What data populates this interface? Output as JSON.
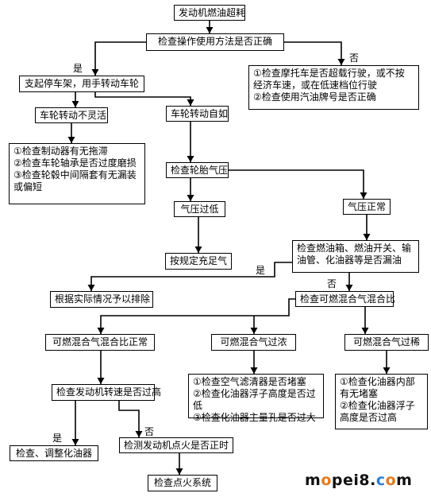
{
  "nodes": {
    "start": "发动机燃油超耗",
    "check_method": "检查操作使用方法是否正确",
    "method_issues": [
      "①检查摩托车是否超载行驶，或不按",
      "经济车速，或在低速档位行驶",
      "②检查使用汽油牌号是否正确"
    ],
    "lift_rotate": "支起停车架，用手转动车轮",
    "wheel_stiff": "车轮转动不灵活",
    "wheel_checks": [
      "①检查制动器有无拖滞",
      "②检查车轮轴承是否过度磨损",
      "③检查轮毂中间隔套有无漏装",
      "或偏短"
    ],
    "wheel_free": "车轮转动自如",
    "tire_pressure": "检查轮胎气压",
    "pressure_low": "气压过低",
    "inflate": "按规定充足气",
    "pressure_ok": "气压正常",
    "fuel_leak": [
      "检查燃油箱、燃油开关、输",
      "油管、化油器等是否漏油"
    ],
    "remove_fault": "根据实际情况予以排除",
    "check_mixture": "检查可燃混合气混合比",
    "mix_normal": "可燃混合气混合比正常",
    "mix_rich": "可燃混合气过浓",
    "mix_lean": "可燃混合气过稀",
    "rich_checks": [
      "①检查空气滤清器是否堵塞",
      "②检查化油器浮子高度是否过低",
      "③检查化油器主量孔是否过大"
    ],
    "lean_checks": [
      "①检查化油器内部",
      "有无堵塞",
      "②检查化油器浮子",
      "高度是否过高"
    ],
    "engine_speed": "检查发动机转速是否过高",
    "adjust_carb": "检查、调整化油器",
    "ignition_timing": "检测发动机点火是否正时",
    "ignition_system": "检查点火系统"
  },
  "edge_labels": {
    "yes": "是",
    "no": "否"
  },
  "watermark": {
    "part1": "m",
    "o": "o",
    "part2": "pei8.",
    "e": "c",
    "o2": "o",
    "part3": "m"
  },
  "colors": {
    "line": "#000000",
    "accent_orange": "#e07a22",
    "accent_blue": "#2b7ed3"
  }
}
